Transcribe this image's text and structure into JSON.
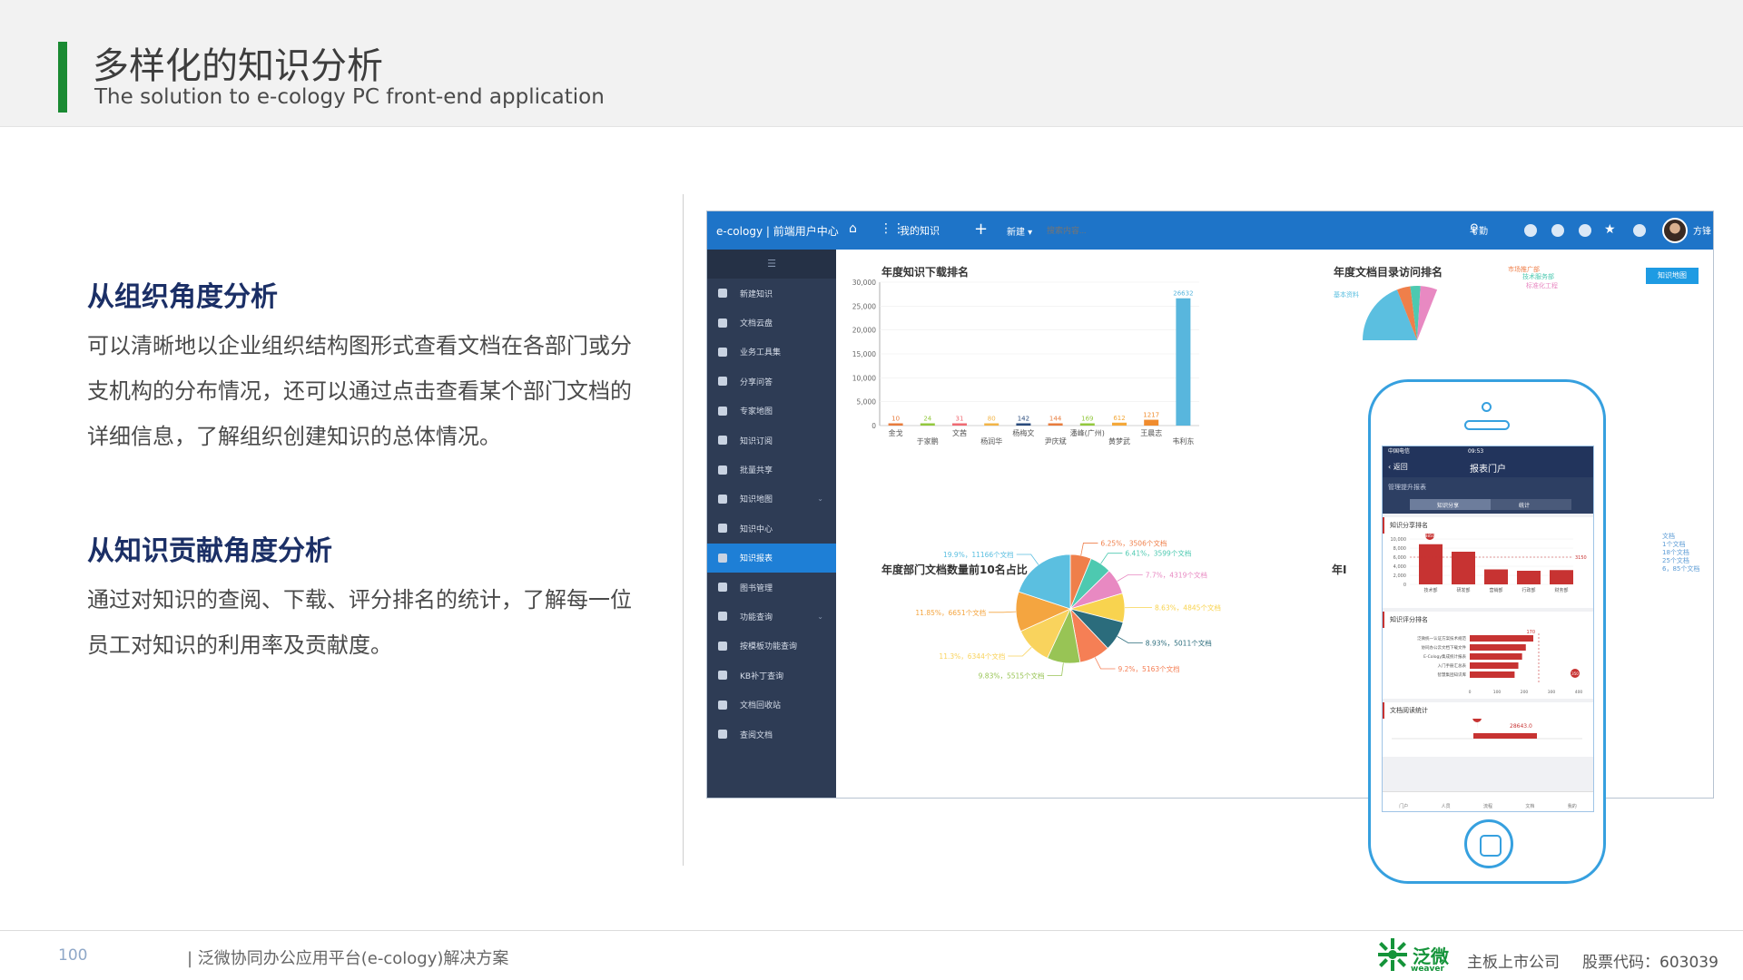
{
  "slide": {
    "title": "多样化的知识分析",
    "subtitle": "The solution to e-cology PC front-end application"
  },
  "sections": [
    {
      "heading": "从组织角度分析",
      "body": "可以清晰地以企业组织结构图形式查看文档在各部门或分支机构的分布情况，还可以通过点击查看某个部门文档的详细信息，了解组织创建知识的总体情况。"
    },
    {
      "heading": "从知识贡献角度分析",
      "body": "通过对知识的查阅、下载、评分排名的统计，了解每一位员工对知识的利用率及贡献度。"
    }
  ],
  "app": {
    "brand": "e-cology | 前端用户中心",
    "nav_label": "我的知识",
    "search_dropdown": "新建",
    "search_placeholder": "搜索内容...",
    "attendance": "考勤",
    "user": "方锋",
    "sidebar_items": [
      {
        "label": "新建知识",
        "chevron": false
      },
      {
        "label": "文档云盘",
        "chevron": false
      },
      {
        "label": "业务工具集",
        "chevron": false
      },
      {
        "label": "分享问答",
        "chevron": false
      },
      {
        "label": "专家地图",
        "chevron": false
      },
      {
        "label": "知识订阅",
        "chevron": false
      },
      {
        "label": "批量共享",
        "chevron": false
      },
      {
        "label": "知识地图",
        "chevron": true
      },
      {
        "label": "知识中心",
        "chevron": false
      },
      {
        "label": "知识报表",
        "chevron": false,
        "active": true
      },
      {
        "label": "图书管理",
        "chevron": false
      },
      {
        "label": "功能查询",
        "chevron": true
      },
      {
        "label": "按模板功能查询",
        "chevron": false
      },
      {
        "label": "KB补丁查询",
        "chevron": false
      },
      {
        "label": "文档回收站",
        "chevron": false
      },
      {
        "label": "查阅文档",
        "chevron": false
      }
    ],
    "panel1_title": "年度知识下载排名",
    "panel2_title": "年度文档目录访问排名",
    "panel3_title": "年度部门文档数量前10名占比",
    "panel4_title": "年I",
    "map_button": "知识地图",
    "bar_y_ticks": [
      "30,000",
      "25,000",
      "20,000",
      "15,000",
      "10,000",
      "5,000",
      "0"
    ],
    "pie_labels": [
      "6.25%，3506个文档",
      "6.41%，3599个文档",
      "7.7%，4319个文档",
      "8.63%，4845个文档",
      "8.93%，5011个文档",
      "9.2%，5163个文档",
      "9.83%，5515个文档",
      "11.3%，6344个文档",
      "11.85%，6651个文档",
      "19.9%，11166个文档"
    ],
    "semi_labels": [
      "市场推广部",
      "技术服务部",
      "标准化工程",
      "基本资料"
    ],
    "side_snippets": [
      "文档",
      "1个文档",
      "18个文档",
      "25个文档",
      "6，85个文档"
    ]
  },
  "phone": {
    "status": "中国电信",
    "time": "09:53",
    "back": "返回",
    "nav_title": "报表门户",
    "sub_title": "管理提升报表",
    "tab1": "知识分享",
    "tab2": "统计",
    "card1_title": "知识分享排名",
    "card1_y": [
      "10,000",
      "8,000",
      "6,000",
      "4,000",
      "2,000",
      "0"
    ],
    "card1_x": [
      "技术部",
      "研发部",
      "营销部",
      "行政部",
      "财务部"
    ],
    "card1_marker": "3150",
    "card1_top": "8850",
    "card2_title": "知识评分排名",
    "card2_rows": [
      "泛微统一认证方案技术规范",
      "协同办公云文档下载文件",
      "E-Cology集成统计报表",
      "入门手册汇总表",
      "智慧集团知识库"
    ],
    "card2_x": [
      "0",
      "100",
      "200",
      "300",
      "400"
    ],
    "card2_marker": "170",
    "card2_marker2": "350",
    "card3_title": "文档阅读统计",
    "card3_value": "28643.0",
    "tabs": [
      "门户",
      "人员",
      "流程",
      "文档",
      "我的"
    ]
  },
  "chart_data": [
    {
      "type": "bar",
      "title": "年度知识下载排名",
      "categories": [
        "金戈",
        "于家鹏",
        "文茜",
        "杨润华",
        "杨梅文",
        "尹庆斌",
        "潘峰(广州)",
        "黄梦武",
        "王晨志",
        "韦利东"
      ],
      "values": [
        10,
        24,
        31,
        80,
        142,
        144,
        169,
        612,
        1217,
        26632
      ],
      "ylim": [
        0,
        30000
      ],
      "colors": [
        "#e87c3d",
        "#93c83e",
        "#ef6b73",
        "#f2b447",
        "#2a4b7c",
        "#e87c3d",
        "#93c83e",
        "#f4a83a",
        "#f08c2e",
        "#58b6dd"
      ]
    },
    {
      "type": "pie",
      "title": "年度部门文档数量前10名占比",
      "slices": [
        {
          "label": "6.25%，3506个文档",
          "value": 6.25,
          "color": "#ef7f4a"
        },
        {
          "label": "6.41%，3599个文档",
          "value": 6.41,
          "color": "#4dc9b0"
        },
        {
          "label": "7.7%，4319个文档",
          "value": 7.7,
          "color": "#e889c2"
        },
        {
          "label": "8.63%，4845个文档",
          "value": 8.63,
          "color": "#f8d34f"
        },
        {
          "label": "8.93%，5011个文档",
          "value": 8.93,
          "color": "#2b6c7c"
        },
        {
          "label": "9.2%，5163个文档",
          "value": 9.2,
          "color": "#f57f55"
        },
        {
          "label": "9.83%，5515个文档",
          "value": 9.83,
          "color": "#98c455"
        },
        {
          "label": "11.3%，6344个文档",
          "value": 11.3,
          "color": "#f9d35d"
        },
        {
          "label": "11.85%，6651个文档",
          "value": 11.85,
          "color": "#f4a540"
        },
        {
          "label": "19.9%，11166个文档",
          "value": 19.9,
          "color": "#5bbfe0"
        }
      ]
    }
  ],
  "footer": {
    "page": "100",
    "text": "| 泛微协同办公应用平台(e-cology)解决方案",
    "logo_text": "泛微",
    "logo_sub": "weaver",
    "company": "主板上市公司",
    "stock": "股票代码：603039"
  }
}
